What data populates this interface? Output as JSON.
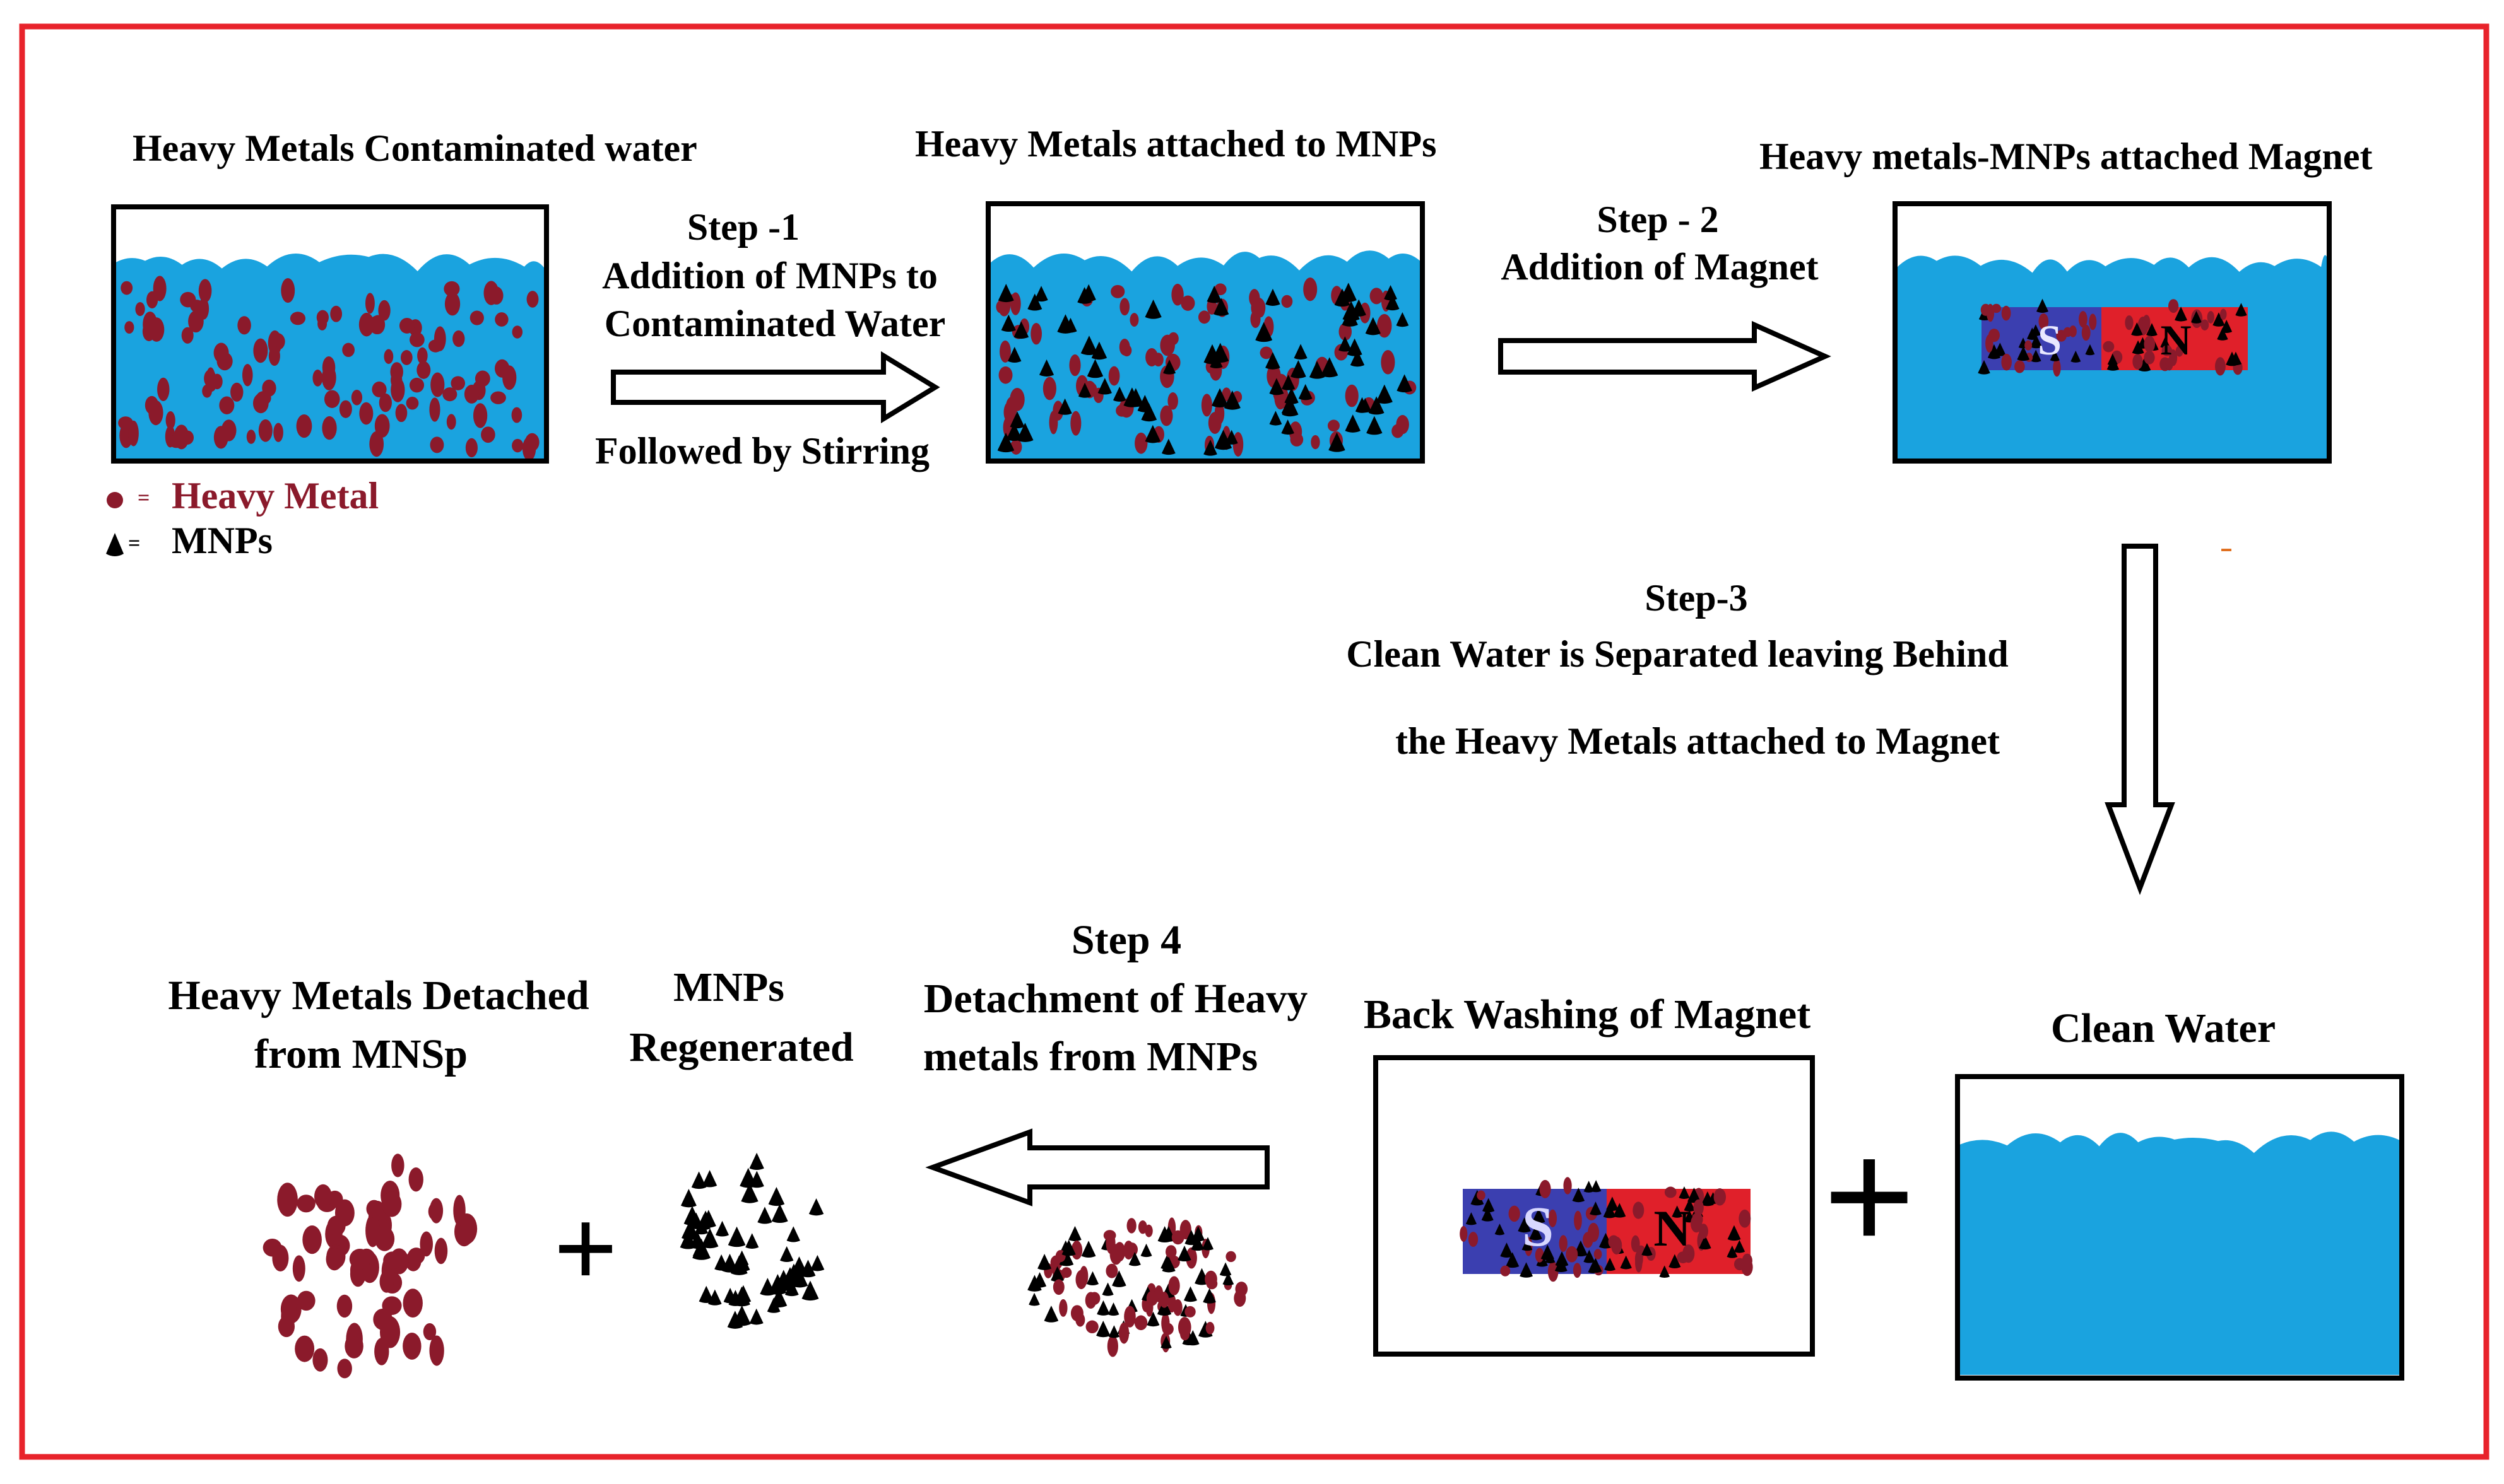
{
  "colors": {
    "frame": "#e8232b",
    "water": "#1aa3df",
    "heavy_metal": "#8b1a2b",
    "mnp": "#000000",
    "magnet_south": "#3b3fb0",
    "magnet_north": "#e0202a",
    "text": "#000000",
    "legend_heavy_metal_text": "#8b1a2b"
  },
  "panel_1": {
    "title": "Heavy Metals Contaminated water"
  },
  "legend": {
    "heavy_metal_symbol": "=",
    "heavy_metal_label": "Heavy Metal",
    "mnp_symbol": "=",
    "mnp_label": "MNPs"
  },
  "step_1": {
    "line1": "Step -1",
    "line2": "Addition of MNPs to",
    "line3": "Contaminated Water",
    "line4": "Followed by Stirring"
  },
  "panel_2": {
    "title": "Heavy Metals attached to MNPs"
  },
  "step_2": {
    "line1": "Step - 2",
    "line2": "Addition of Magnet"
  },
  "panel_3": {
    "title": "Heavy metals-MNPs attached Magnet",
    "magnet_s": "S",
    "magnet_n": "N"
  },
  "step_3": {
    "line1": "Step-3",
    "line2": "Clean Water is Separated leaving Behind",
    "line3": "the Heavy Metals attached to Magnet"
  },
  "panel_clean": {
    "title": "Clean Water"
  },
  "plus_signs": {
    "bottom_right": "+",
    "bottom_left": "+"
  },
  "panel_backwash": {
    "title": "Back Washing of Magnet",
    "magnet_s": "S",
    "magnet_n": "N"
  },
  "step_4": {
    "line1": "Step 4",
    "line2": "Detachment of Heavy",
    "line3": "metals from MNPs"
  },
  "mnps_regenerated": {
    "line1": "MNPs",
    "line2": "Regenerated"
  },
  "heavy_metals_detached": {
    "line1": "Heavy Metals Detached",
    "line2": "from MNSp"
  }
}
